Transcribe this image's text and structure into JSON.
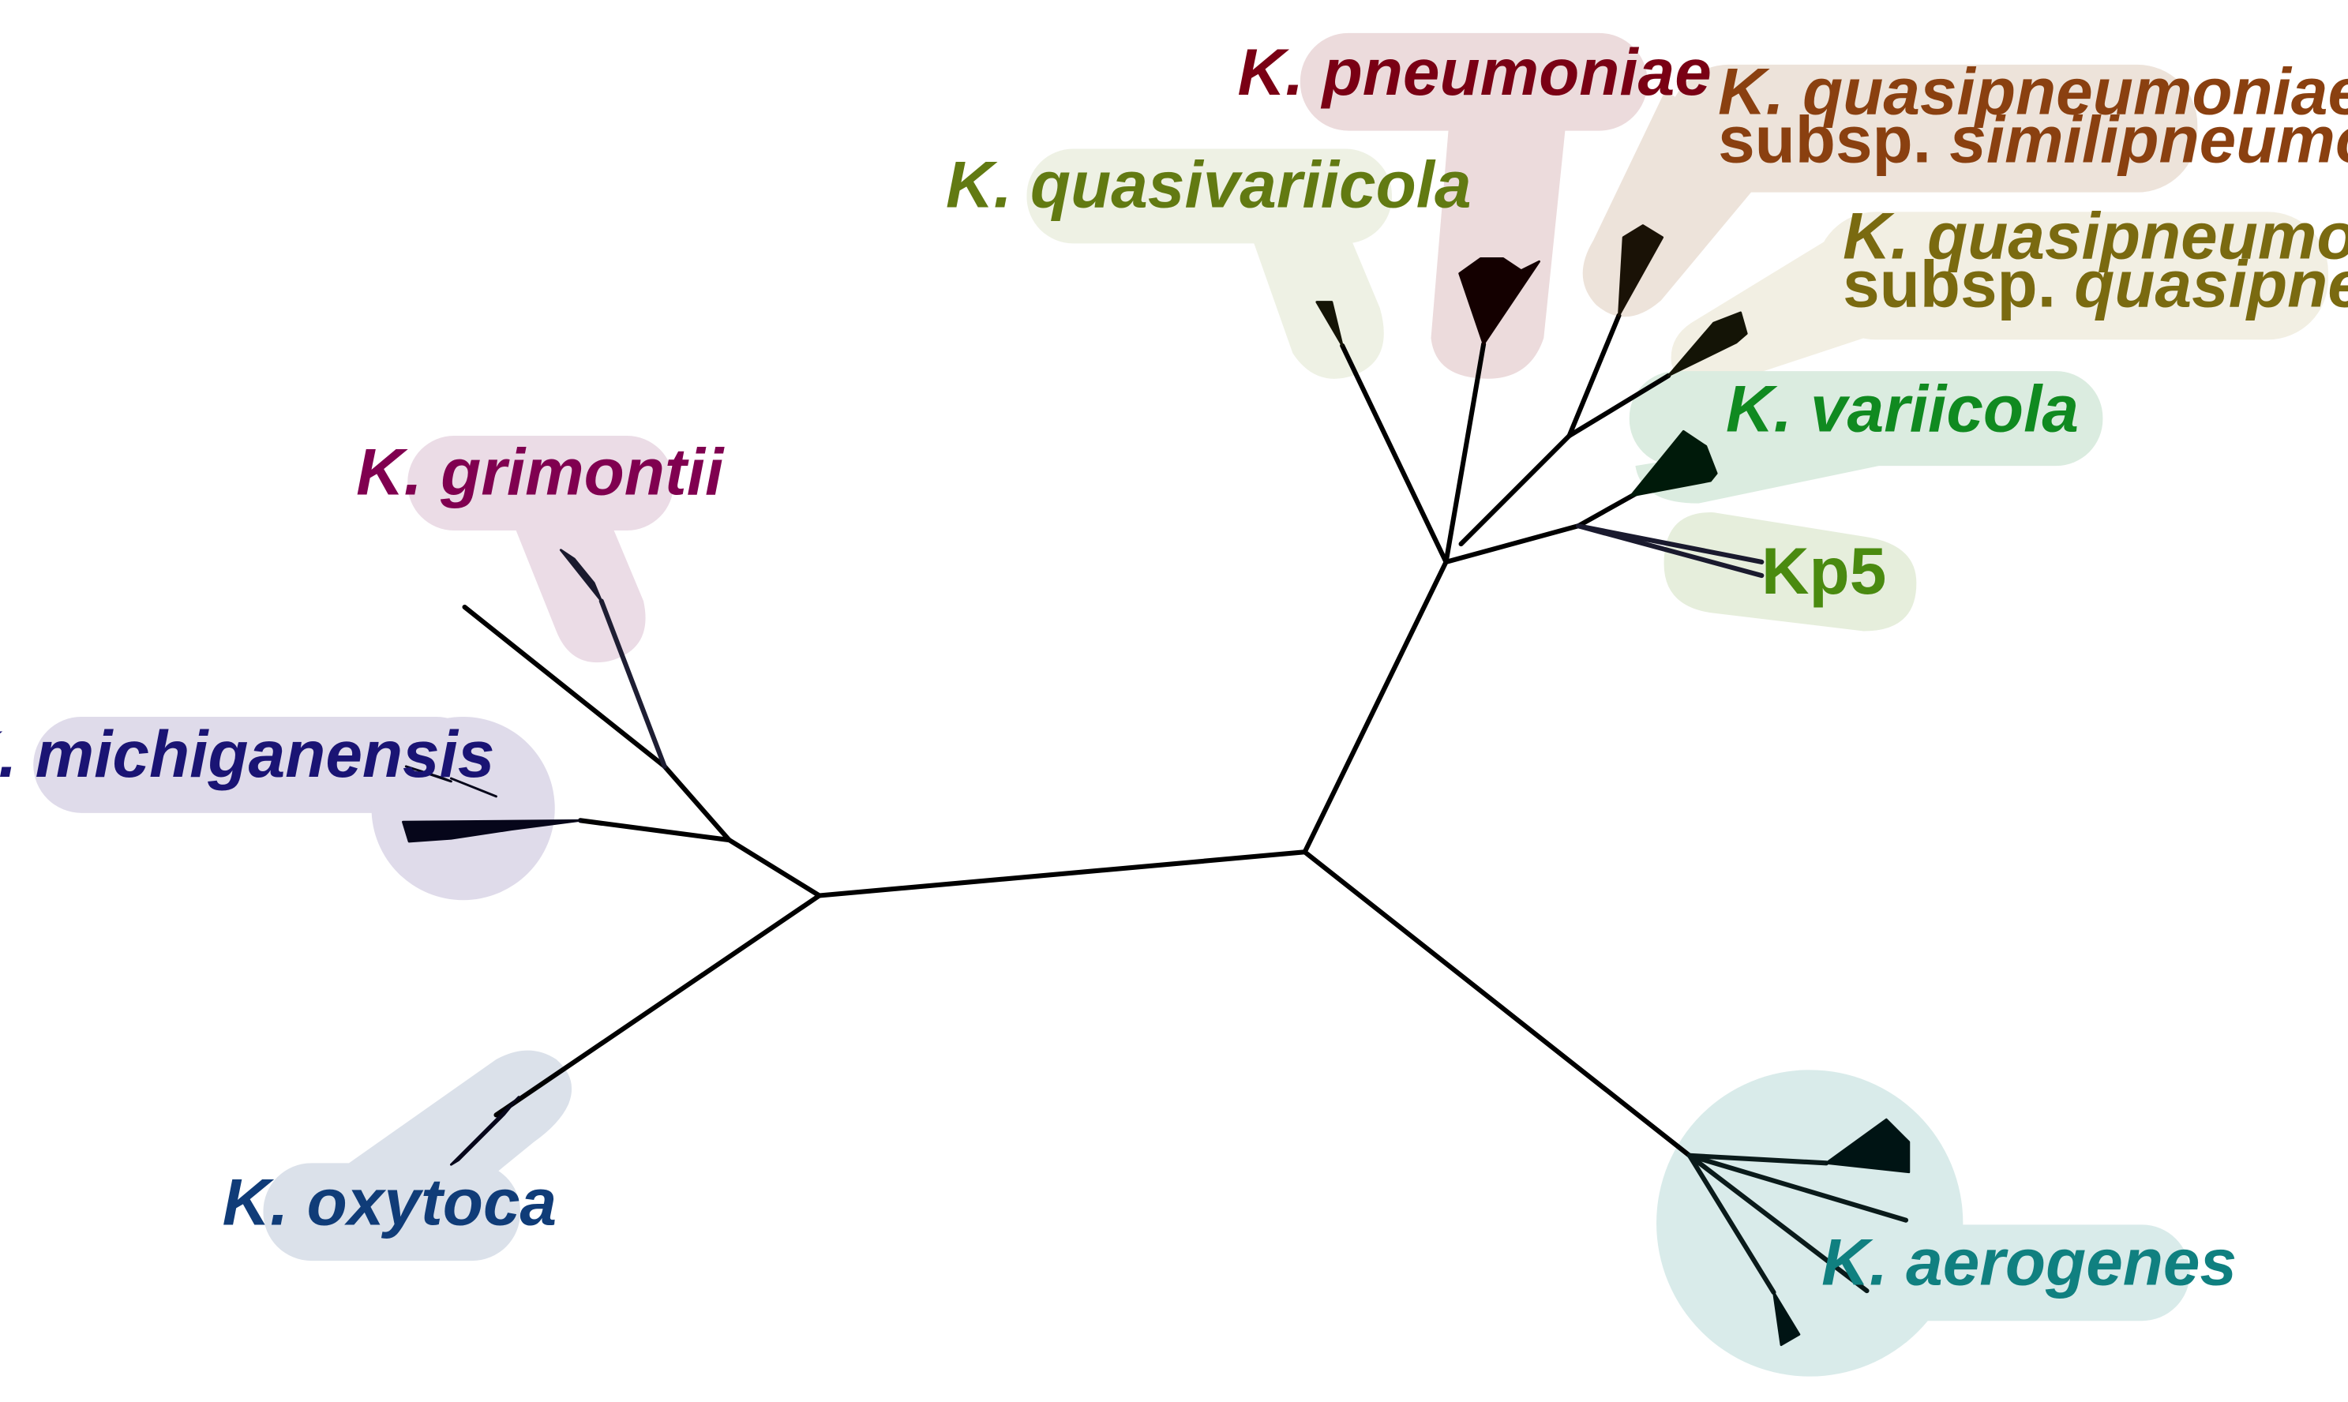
{
  "clades": [
    {
      "id": "pneumoniae",
      "line1": "K. pneumoniae",
      "line1_italic": true,
      "color": "#7a0014",
      "bg": "#ecdbdc"
    },
    {
      "id": "similipneumoniae",
      "line1": "K. quasipneumoniae",
      "line1_italic": true,
      "line2_prefix": "subsp. ",
      "line2_italic": "similipneumoniae",
      "color": "#8a4010",
      "bg": "#ede3da"
    },
    {
      "id": "quasivariicola",
      "line1": "K. quasivariicola",
      "line1_italic": true,
      "color": "#627a12",
      "bg": "#eef1e4"
    },
    {
      "id": "quasipneumoniae",
      "line1": "K. quasipneumoniae",
      "line1_italic": true,
      "line2_prefix": "subsp. ",
      "line2_italic": "quasipneumoniae",
      "color": "#7a6a10",
      "bg": "#f2efe3"
    },
    {
      "id": "variicola",
      "line1": "K. variicola",
      "line1_italic": true,
      "color": "#108a20",
      "bg": "#dbece0"
    },
    {
      "id": "kp5",
      "line1": "Kp5",
      "line1_italic": false,
      "color": "#4a8a10",
      "bg": "#e6eedc"
    },
    {
      "id": "grimontii",
      "line1": "K. grimontii",
      "line1_italic": true,
      "color": "#800050",
      "bg": "#ebdce6"
    },
    {
      "id": "michiganensis",
      "line1": "K. michiganensis",
      "line1_italic": true,
      "color": "#1a1474",
      "bg": "#dfdbea"
    },
    {
      "id": "oxytoca",
      "line1": "K. oxytoca",
      "line1_italic": true,
      "color": "#103c78",
      "bg": "#dbe1ea"
    },
    {
      "id": "aerogenes",
      "line1": "K. aerogenes",
      "line1_italic": true,
      "color": "#108080",
      "bg": "#d9ebea"
    }
  ]
}
